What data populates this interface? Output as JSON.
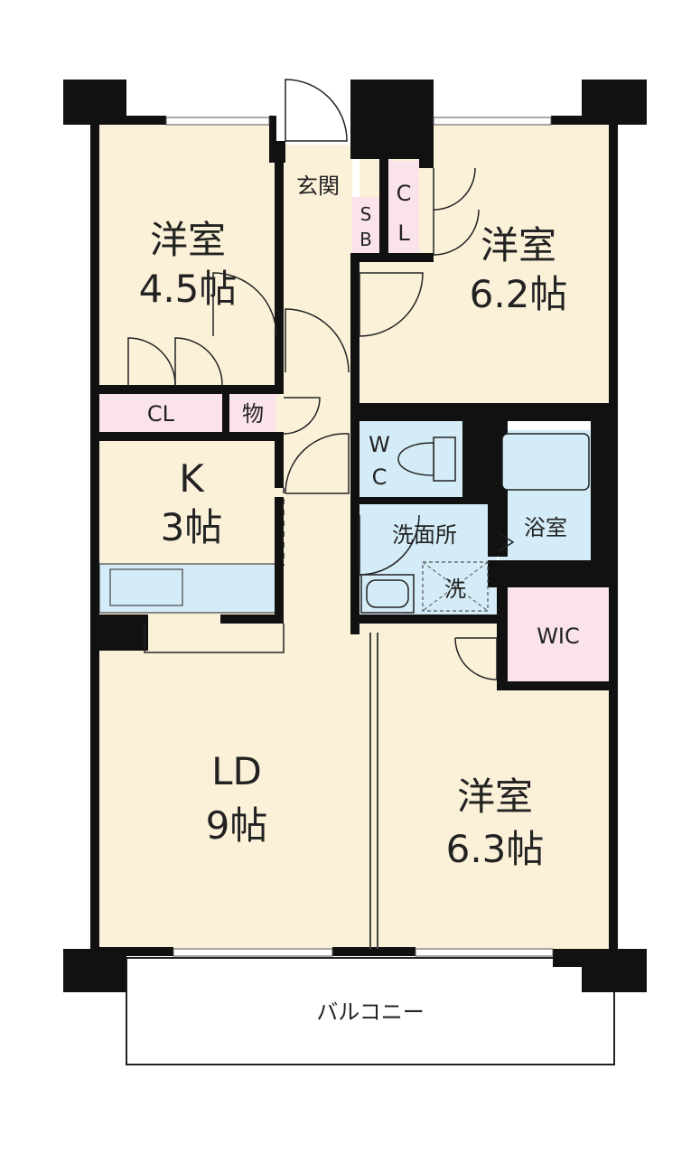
{
  "rooms": {
    "western_a": {
      "name": "洋室",
      "size": "4.5帖"
    },
    "western_b": {
      "name": "洋室",
      "size": "6.2帖"
    },
    "western_c": {
      "name": "洋室",
      "size": "6.3帖"
    },
    "kitchen": {
      "name": "K",
      "size": "3帖"
    },
    "living": {
      "name": "LD",
      "size": "9帖"
    },
    "entrance": "玄関",
    "shoe_box_line1": "S",
    "shoe_box_line2": "B",
    "closet_b_line1": "C",
    "closet_b_line2": "L",
    "closet_a": "CL",
    "storage": "物",
    "toilet_line1": "W",
    "toilet_line2": "C",
    "washroom": "洗面所",
    "bathroom": "浴室",
    "washer": "洗",
    "wic": "WIC",
    "balcony": "バルコニー"
  },
  "colors": {
    "floor": "#fbf1d9",
    "wet": "#d4ecf7",
    "closet": "#fbe3ec",
    "wall": "#111111",
    "line": "#222222"
  }
}
